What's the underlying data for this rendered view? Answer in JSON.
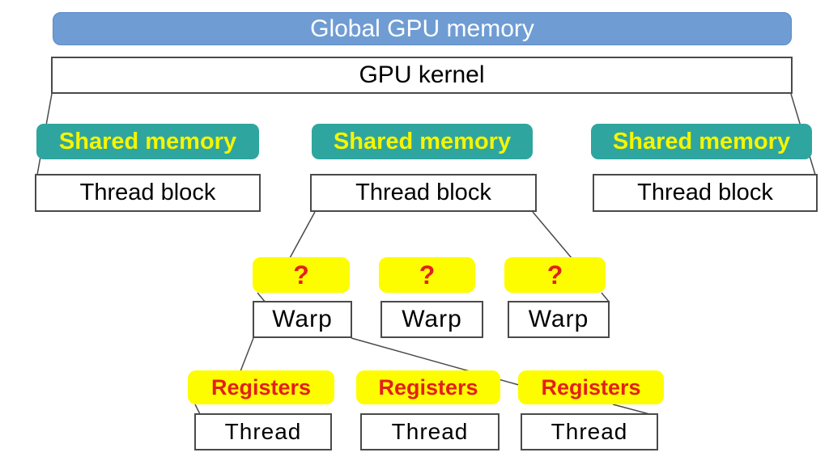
{
  "diagram": {
    "title_node": "Global GPU memory",
    "kernel_node": "GPU kernel",
    "shared_memory": [
      "Shared memory",
      "Shared memory",
      "Shared memory"
    ],
    "thread_blocks": [
      "Thread block",
      "Thread block",
      "Thread block"
    ],
    "question_marks": [
      "?",
      "?",
      "?"
    ],
    "warps": [
      "Warp",
      "Warp",
      "Warp"
    ],
    "registers": [
      "Registers",
      "Registers",
      "Registers"
    ],
    "threads": [
      "Thread",
      "Thread",
      "Thread"
    ],
    "colors": {
      "global_fill": "#6f9cd3",
      "shared_fill": "#2fa5a0",
      "shared_text": "#f5f500",
      "highlight_fill": "#fdfd00",
      "highlight_text": "#e3201b",
      "box_border": "#4a4a4a",
      "line_color": "#4a4a4a"
    }
  }
}
